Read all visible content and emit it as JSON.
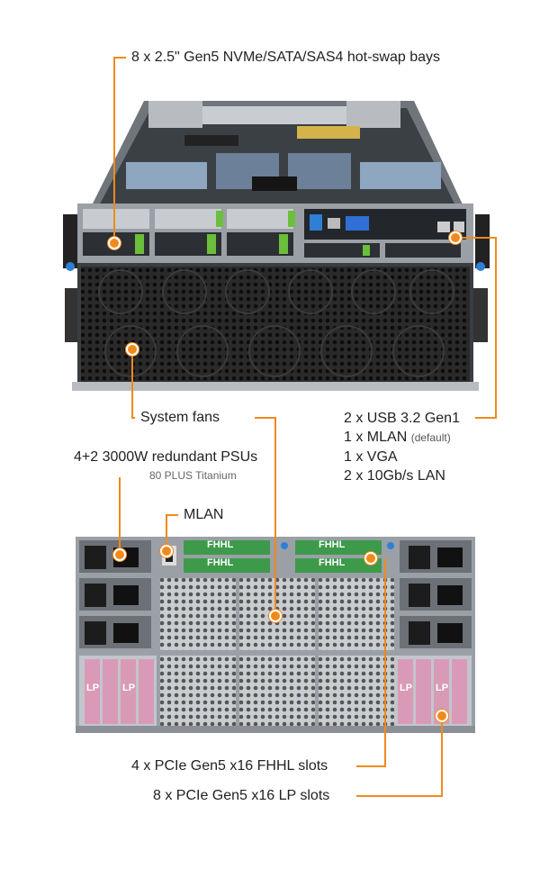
{
  "front": {
    "callouts": {
      "bays": "8 x 2.5\" Gen5 NVMe/SATA/SAS4 hot-swap bays",
      "fans": "System fans",
      "io_lines": [
        {
          "text": "2 x USB 3.2 Gen1",
          "note": ""
        },
        {
          "text": "1 x MLAN",
          "note": "(default)"
        },
        {
          "text": "1 x VGA",
          "note": ""
        },
        {
          "text": "2 x 10Gb/s LAN",
          "note": ""
        }
      ]
    }
  },
  "rear": {
    "callouts": {
      "psu": "4+2 3000W redundant PSUs",
      "psu_sub": "80 PLUS Titanium",
      "mlan": "MLAN",
      "fhhl": "4 x PCIe Gen5 x16 FHHL slots",
      "lp": "8 x PCIe Gen5 x16 LP slots"
    },
    "slot_labels": {
      "fhhl": "FHHL",
      "lp": "LP"
    }
  },
  "colors": {
    "accent": "#f08a1c",
    "chassis": "#9aa0a6",
    "fan": "#1a1a1a",
    "pcie_green": "#3d9a4a",
    "lp_pink": "#d99ab7"
  }
}
